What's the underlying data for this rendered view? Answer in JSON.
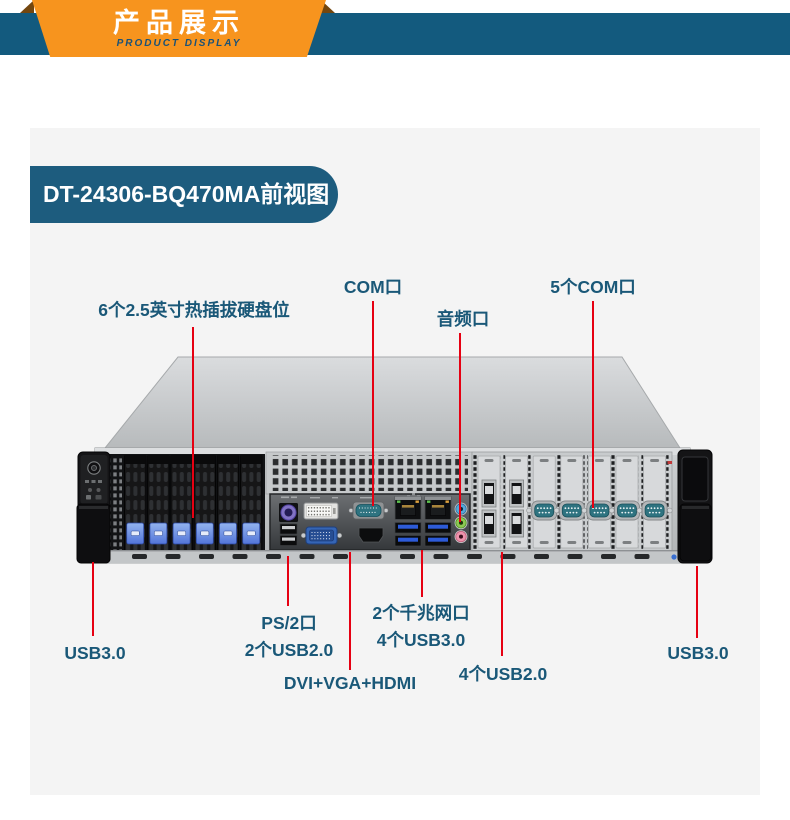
{
  "header": {
    "title": "产品展示",
    "subtitle": "PRODUCT DISPLAY"
  },
  "model_label": "DT-24306-BQ470MA前视图",
  "annotations": {
    "top": [
      {
        "text": "6个2.5英寸热插拔硬盘位"
      },
      {
        "text": "COM口"
      },
      {
        "text": "音频口"
      },
      {
        "text": "5个COM口"
      }
    ],
    "bottom": [
      {
        "line1": "USB3.0"
      },
      {
        "line1": "PS/2口",
        "line2": "2个USB2.0"
      },
      {
        "line1": "DVI+VGA+HDMI"
      },
      {
        "line1": "2个千兆网口",
        "line2": "4个USB3.0"
      },
      {
        "line1": "4个USB2.0"
      },
      {
        "line1": "USB3.0"
      }
    ]
  },
  "colors": {
    "banner_orange": "#f7941e",
    "banner_blue": "#135a7e",
    "ribbon_fold_brown": "#74470f",
    "badge_blue": "#1d5c7e",
    "annotation_text": "#1a5878",
    "pointer_line_red": "#e60012",
    "panel_gray": "#f4f4f4"
  }
}
